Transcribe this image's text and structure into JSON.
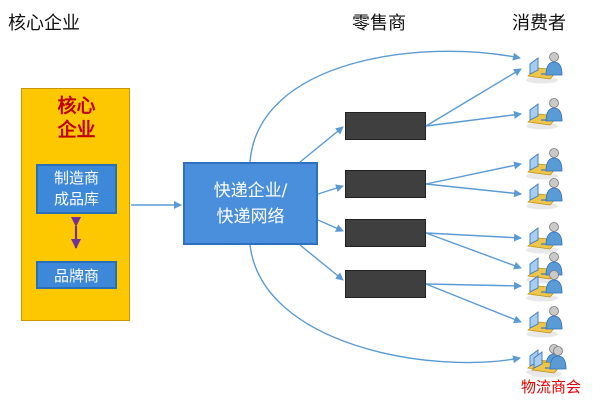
{
  "headers": {
    "core": "核心企业",
    "retail": "零售商",
    "consumer": "消费者"
  },
  "core_box": {
    "title_line1": "核心",
    "title_line2": "企业",
    "manufacturer_line1": "制造商",
    "manufacturer_line2": "成品库",
    "brand": "品牌商"
  },
  "express": {
    "line1": "快递企业/",
    "line2": "快递网络"
  },
  "retailers": [
    "",
    "",
    "",
    ""
  ],
  "consumers": {
    "count": 10,
    "icon": "person-at-computer-icon"
  },
  "footer": "物流商会",
  "colors": {
    "core_fill": "#fec800",
    "core_text": "#c00000",
    "blue_box": "#3d88d8",
    "retailer_fill": "#3f3f3f",
    "arrow": "#5b9bd5",
    "double_arrow": "#7030a0",
    "footer_text": "#e00000"
  }
}
